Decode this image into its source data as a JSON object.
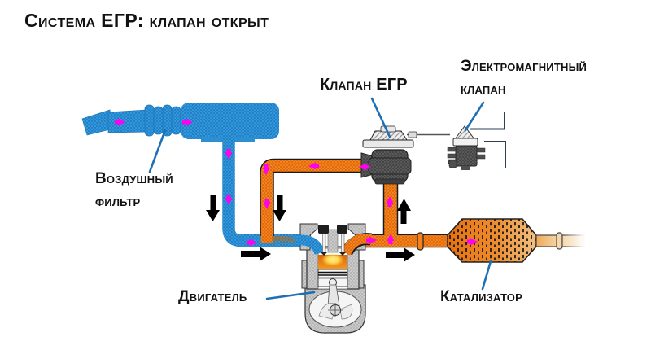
{
  "title": "Система ЕГР: клапан открыт",
  "labels": {
    "egr_valve": "Клапан ЕГР",
    "solenoid_valve": {
      "line1": "Электромагнитный",
      "line2": "клапан"
    },
    "air_filter": {
      "line1": "Воздушный",
      "line2": "фильтр"
    },
    "engine": "Двигатель",
    "catalyst": "Катализатор"
  },
  "colors": {
    "background": "#FFFFFF",
    "text": "#121212",
    "intake_air_blue": "#2F98DE",
    "exhaust_orange": "#F5821E",
    "flow_marker_magenta": "#FF00F0",
    "leader_line_blue": "#1F6FB5",
    "arrow_black": "#000000",
    "catalyst_light": "#F2C285"
  },
  "diagram": {
    "components": [
      "air-filter",
      "intake-pipe",
      "egr-recirculation-pipe",
      "egr-valve",
      "solenoid-valve",
      "vacuum-hoses",
      "engine",
      "exhaust-pipe",
      "catalyst",
      "flow-arrows-black",
      "flow-markers-magenta"
    ]
  }
}
